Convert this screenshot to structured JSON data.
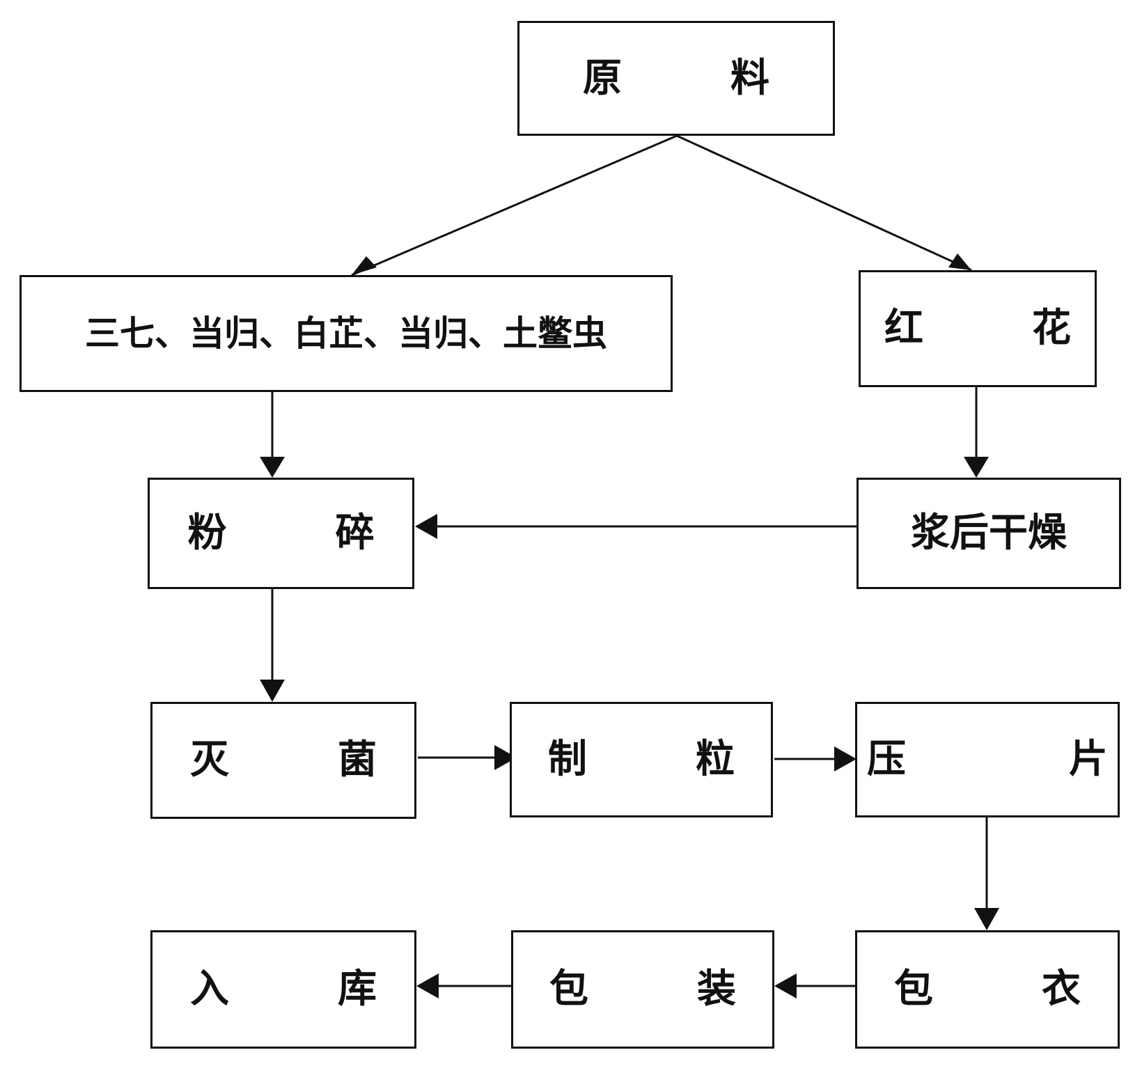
{
  "nodes": {
    "raw_material": "原        料",
    "herbs": "三七、当归、白芷、当归、土鳖虫",
    "safflower": "红        花",
    "crushing": "粉        碎",
    "slurry_drying": "浆后干燥",
    "sterilization": "灭        菌",
    "granulation": "制        粒",
    "tableting": "压            片",
    "coating": "包        衣",
    "packaging": "包        装",
    "storage": "入        库"
  },
  "edges": [
    {
      "from": "raw_material",
      "to": "herbs"
    },
    {
      "from": "raw_material",
      "to": "safflower"
    },
    {
      "from": "herbs",
      "to": "crushing"
    },
    {
      "from": "safflower",
      "to": "slurry_drying"
    },
    {
      "from": "slurry_drying",
      "to": "crushing"
    },
    {
      "from": "crushing",
      "to": "sterilization"
    },
    {
      "from": "sterilization",
      "to": "granulation"
    },
    {
      "from": "granulation",
      "to": "tableting"
    },
    {
      "from": "tableting",
      "to": "coating"
    },
    {
      "from": "coating",
      "to": "packaging"
    },
    {
      "from": "packaging",
      "to": "storage"
    }
  ],
  "colors": {
    "line": "#111111",
    "box_border": "#111111",
    "background": "#ffffff"
  }
}
